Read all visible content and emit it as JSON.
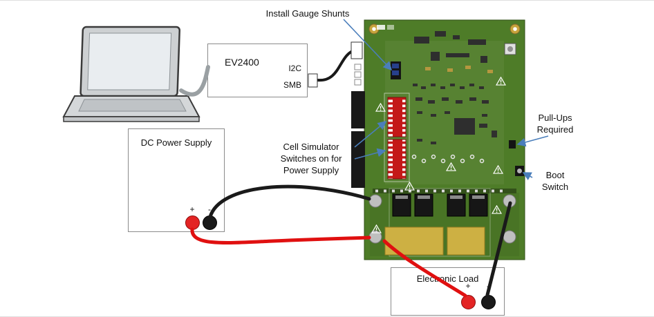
{
  "diagram": {
    "annotations": {
      "install_gauge_shunts": "Install Gauge Shunts",
      "cell_simulator": "Cell Simulator\nSwitches on for\nPower Supply",
      "pull_ups": "Pull-Ups\nRequired",
      "boot_switch": "Boot\nSwitch"
    },
    "devices": {
      "ev2400": {
        "label": "EV2400",
        "port_i2c": "I2C",
        "port_smb": "SMB"
      },
      "dc_power_supply": {
        "label": "DC Power Supply",
        "positive": "+",
        "negative": "-"
      },
      "electronic_load": {
        "label": "Electronic Load",
        "positive": "+",
        "negative": "-"
      }
    }
  },
  "colors": {
    "board_green": "#4e7c28",
    "wire_red": "#e01010",
    "wire_black": "#1a1a1a",
    "cable_gray": "#9aa0a3",
    "annotation_blue": "#4a7ebb",
    "dip_switch_red": "#c41818",
    "gold_pad": "#cdb043",
    "terminal_red": "#e32424",
    "terminal_black": "#1a1a1a"
  }
}
